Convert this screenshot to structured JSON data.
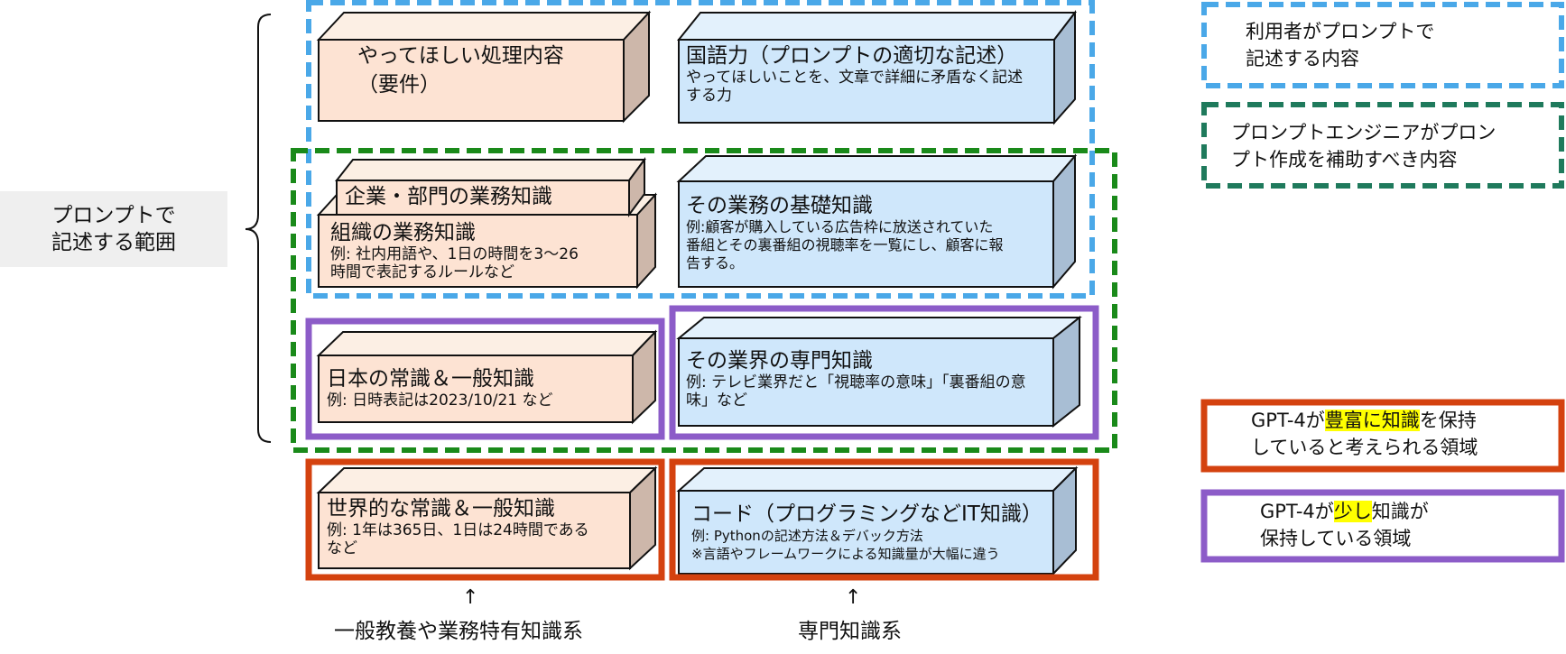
{
  "scope_label": {
    "line1": "プロンプトで",
    "line2": "記述する範囲"
  },
  "blocks": {
    "requirements": {
      "title": "やってほしい処理内容",
      "title2": "（要件）"
    },
    "japanese": {
      "title": "国語力（プロンプトの適切な記述）",
      "desc1": "やってほしいことを、文章で詳細に矛盾なく記述",
      "desc2": "する力"
    },
    "company": {
      "title": "企業・部門の業務知識"
    },
    "organization": {
      "title": "組織の業務知識",
      "desc1": "例: 社内用語や、1日の時間を3～26",
      "desc2": "時間で表記するルールなど"
    },
    "business_basics": {
      "title": "その業務の基礎知識",
      "desc1": "例:顧客が購入している広告枠に放送されていた",
      "desc2": "番組とその裏番組の視聴率を一覧にし、顧客に報",
      "desc3": "告する。"
    },
    "japan_common": {
      "title": "日本の常識＆一般知識",
      "desc1": "例: 日時表記は2023/10/21 など"
    },
    "industry": {
      "title": "その業界の専門知識",
      "desc1": "例: テレビ業界だと「視聴率の意味」「裏番組の意",
      "desc2": "味」など"
    },
    "world_common": {
      "title": "世界的な常識＆一般知識",
      "desc1": "例: 1年は365日、1日は24時間である",
      "desc2": "など"
    },
    "code": {
      "title": "コード（プログラミングなどIT知識）",
      "desc1": "例: Pythonの記述方法＆デバック方法",
      "desc2": "※言語やフレームワークによる知識量が大幅に違う"
    }
  },
  "bottom_labels": {
    "arrow": "↑",
    "left": "一般教養や業務特有知識系",
    "right": "専門知識系"
  },
  "legend": {
    "user": {
      "line1": "利用者がプロンプトで",
      "line2": "記述する内容",
      "color": "#4aa8e8"
    },
    "engineer": {
      "line1": "プロンプトエンジニアがプロン",
      "line2": "プト作成を補助すべき内容",
      "color": "#1f7a5c"
    },
    "rich": {
      "prefix": "GPT-4が",
      "highlight": "豊富に知識",
      "suffix": "を保持",
      "line2": "していると考えられる領域",
      "color": "#d4420f"
    },
    "little": {
      "prefix": "GPT-4が",
      "highlight": "少し",
      "suffix": "知識が",
      "line2": "保持している領域",
      "color": "#8c5cc8"
    }
  },
  "colors": {
    "peach_front": "#fde3d3",
    "peach_top": "#fcefe4",
    "peach_side": "#cdb7aa",
    "blue_front": "#cfe7fb",
    "blue_top": "#e3f1fc",
    "blue_side": "#a8bed4",
    "green_dash": "#1a8a1a",
    "blue_dash": "#4aa8e8",
    "red": "#d4420f",
    "purple": "#8c5cc8"
  }
}
